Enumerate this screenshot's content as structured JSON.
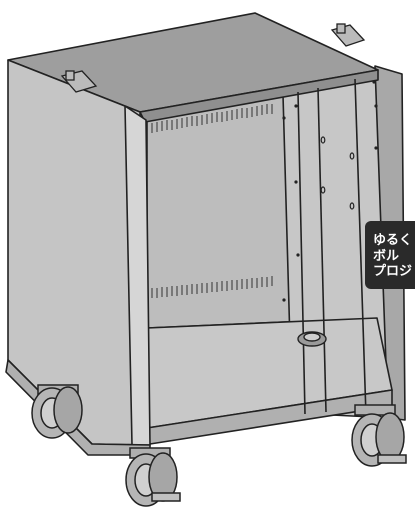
{
  "image": {
    "subject": "cabinet-with-casters",
    "colors": {
      "outline": "#222222",
      "panel_light": "#d2d2d2",
      "panel_mid": "#bdbdbd",
      "panel_dark": "#a6a6a6",
      "interior": "#c8c8c8",
      "top_surface": "#9e9e9e",
      "wheel": "#b5b5b5",
      "callout_bg": "#2a2a2a",
      "callout_text": "#ffffff"
    }
  },
  "callout": {
    "line1": "ゆるく",
    "line2": "ボル",
    "line3": "プロジ"
  }
}
